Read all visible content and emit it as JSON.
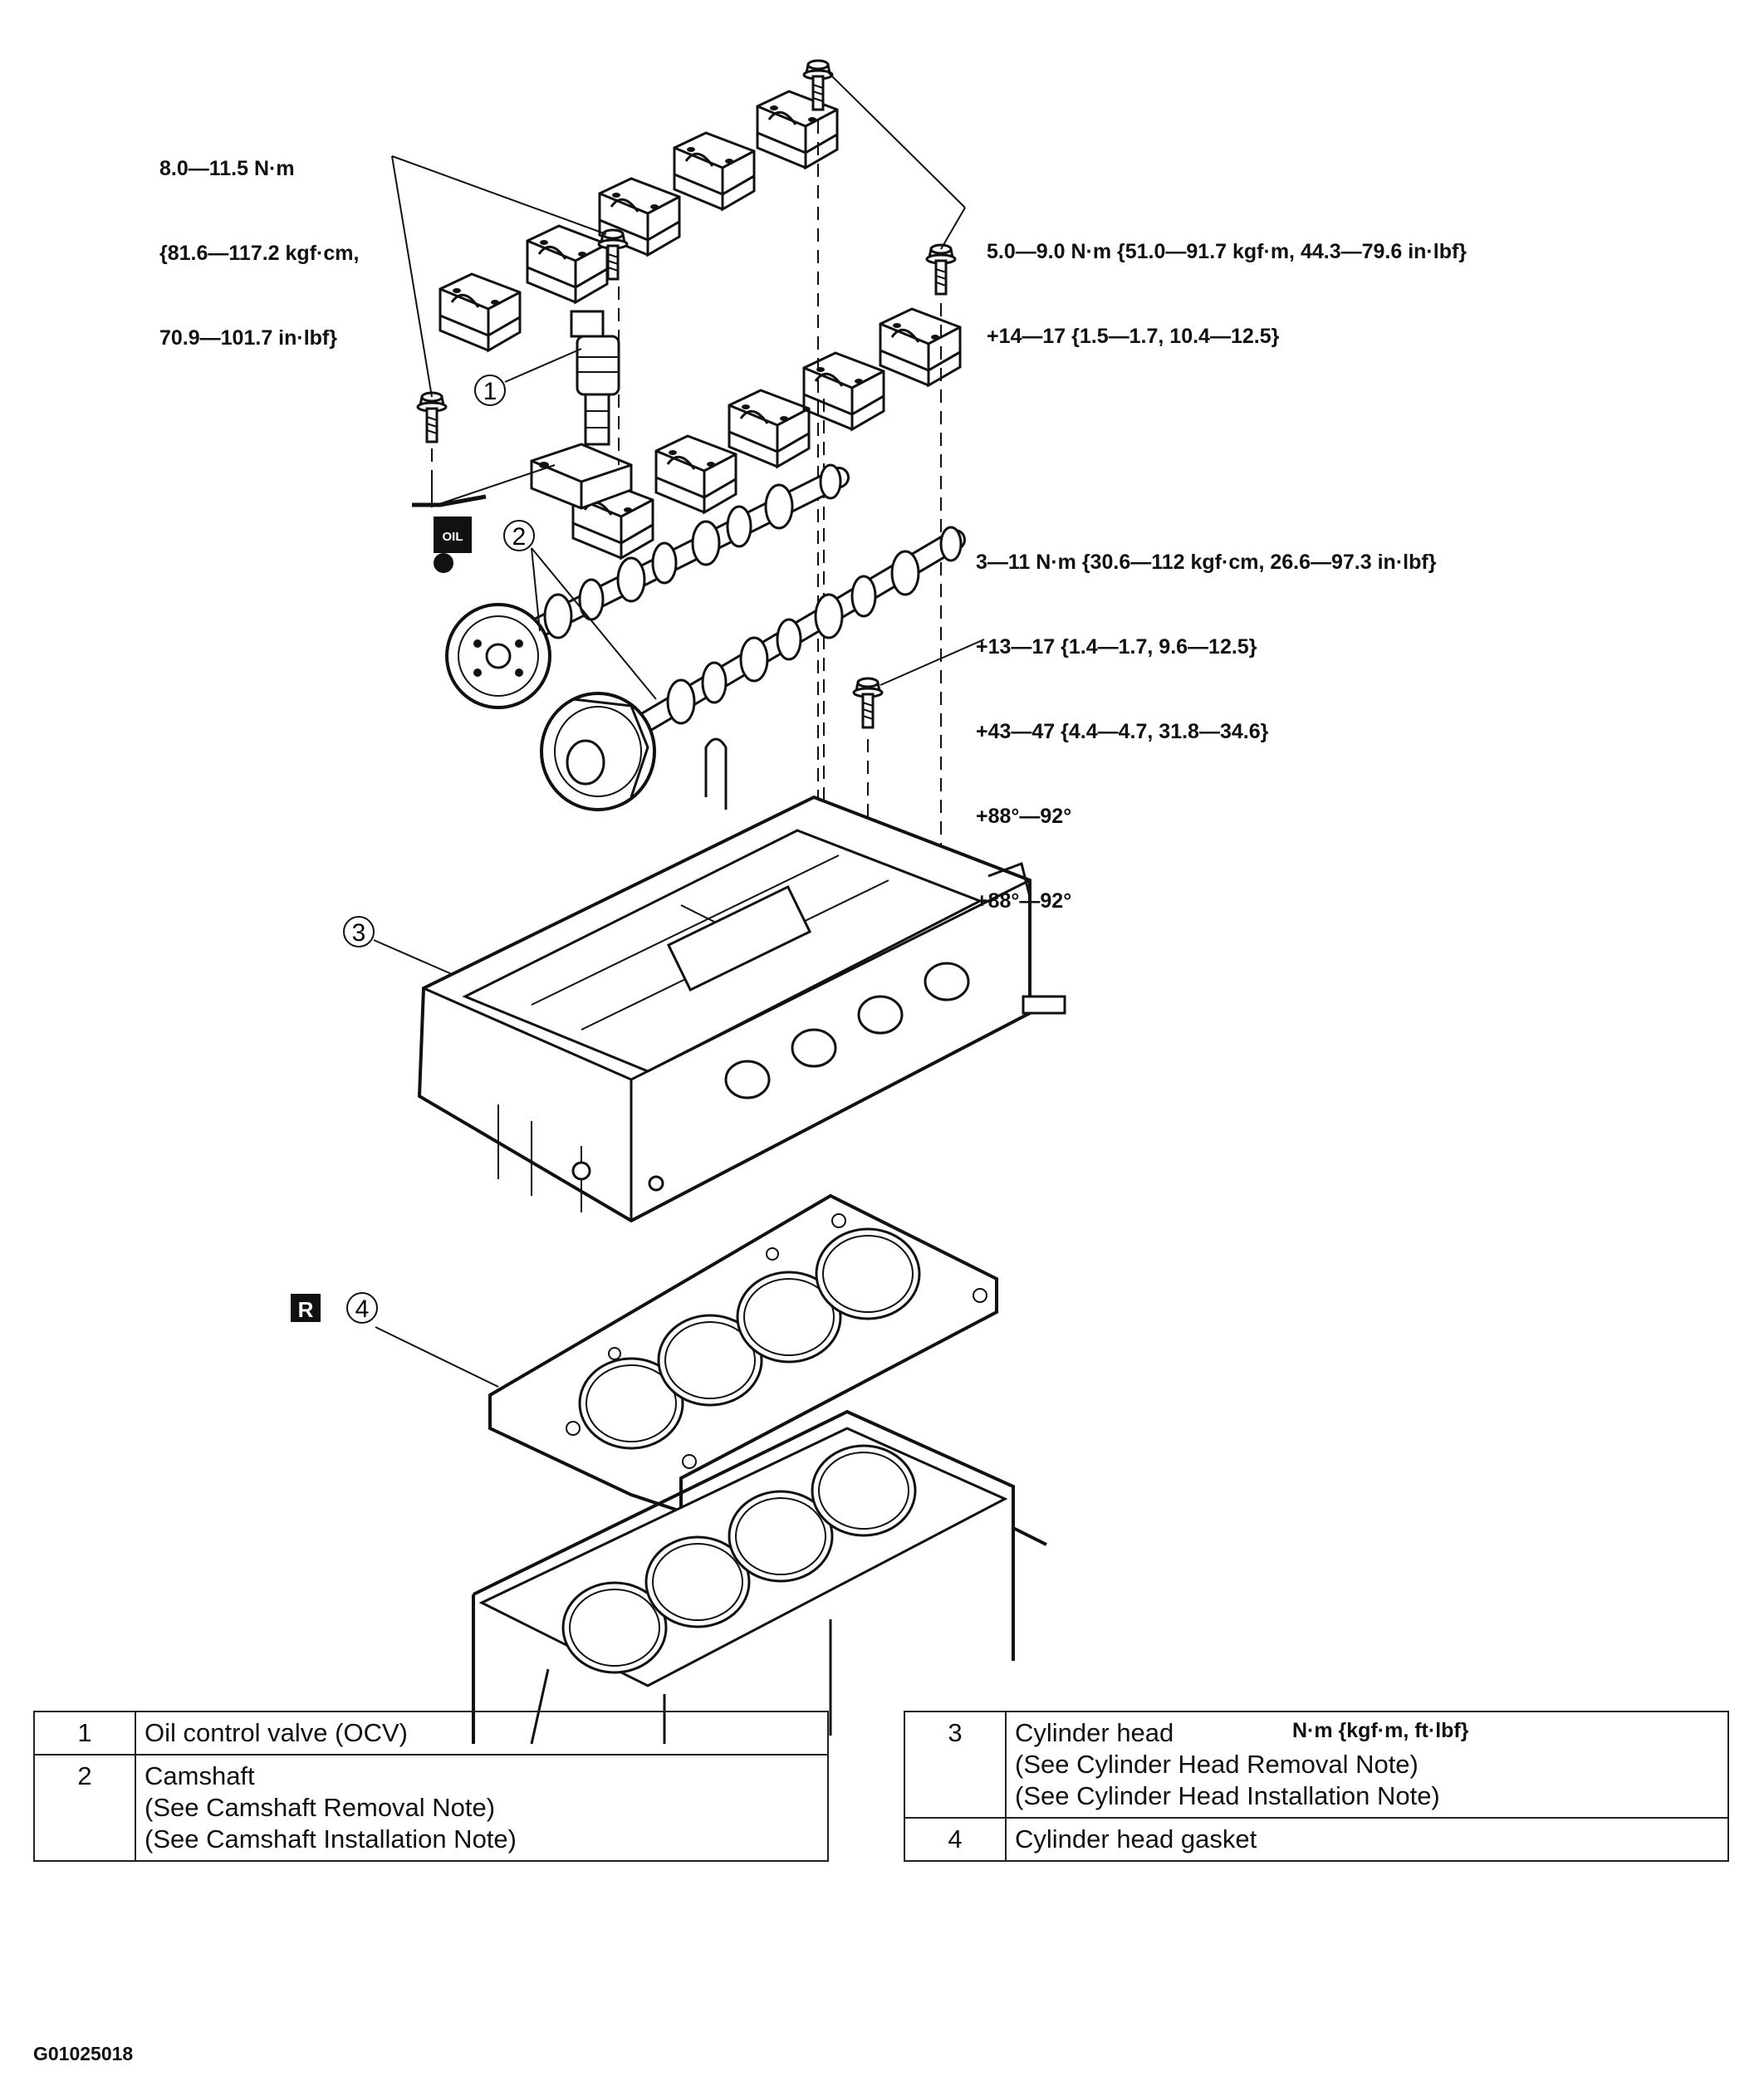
{
  "torque_specs": [
    {
      "id": "ocv-bolt",
      "lines": [
        "8.0—11.5 N·m",
        "{81.6—117.2 kgf·cm,",
        "70.9—101.7 in·lbf}"
      ]
    },
    {
      "id": "cap-bolt-upper",
      "lines": [
        "5.0—9.0 N·m {51.0—91.7 kgf·m, 44.3—79.6 in·lbf}",
        "+14—17 {1.5—1.7, 10.4—12.5}"
      ]
    },
    {
      "id": "head-bolt",
      "lines": [
        "3—11 N·m {30.6—112 kgf·cm, 26.6—97.3 in·lbf}",
        "+13—17 {1.4—1.7, 9.6—12.5}",
        "+43—47 {4.4—4.7, 31.8—34.6}",
        "+88°—92°",
        "+88°—92°"
      ]
    }
  ],
  "units_note": "N·m {kgf·m, ft·lbf}",
  "callouts": [
    "1",
    "2",
    "3",
    "4"
  ],
  "badges": {
    "oil": "OIL",
    "replace": "R"
  },
  "parts_left": [
    {
      "num": "1",
      "lines": [
        "Oil control valve (OCV)"
      ]
    },
    {
      "num": "2",
      "lines": [
        "Camshaft",
        "(See Camshaft Removal Note)",
        "(See Camshaft Installation Note)"
      ]
    }
  ],
  "parts_right": [
    {
      "num": "3",
      "lines": [
        "Cylinder head",
        "(See Cylinder Head Removal Note)",
        "(See Cylinder Head Installation Note)"
      ]
    },
    {
      "num": "4",
      "lines": [
        "Cylinder head gasket"
      ]
    }
  ],
  "figure_id": "G01025018"
}
